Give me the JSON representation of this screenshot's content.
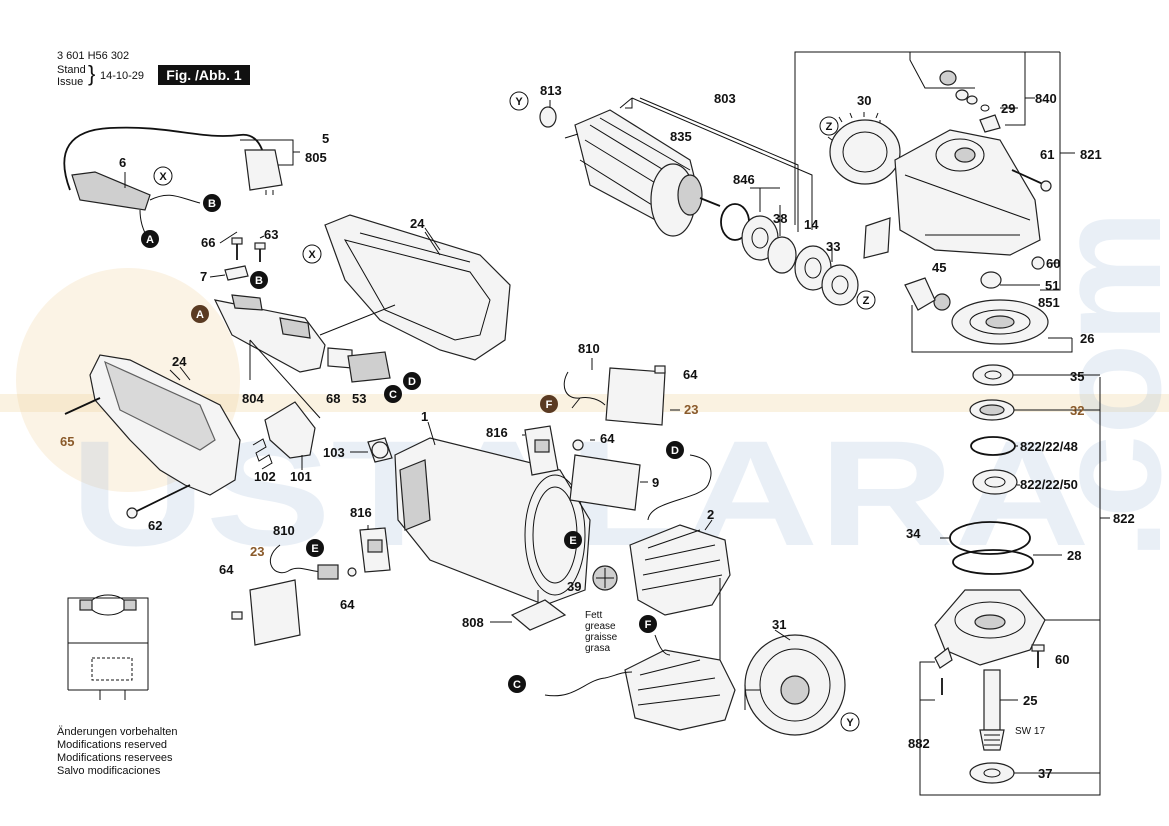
{
  "header": {
    "doc_number": "3 601 H56 302",
    "stand_label": "Stand",
    "issue_label": "Issue",
    "date": "14-10-29",
    "figure_label": "Fig. /Abb. 1"
  },
  "notes": [
    "Änderungen vorbehalten",
    "Modifications reserved",
    "Modifications reservees",
    "Salvo modificaciones"
  ],
  "grease_note": [
    "Fett",
    "grease",
    "graisse",
    "grasa"
  ],
  "wrench_note": "SW 17",
  "watermark": "USTALARA",
  "watermark_side": ".com",
  "colors": {
    "label": "#111111",
    "ref_fill": "#111111",
    "ref_brown": "#5a3a22",
    "watermark": "#9db8d8"
  },
  "labels": {
    "p5": "5",
    "p805": "805",
    "p6": "6",
    "p66": "66",
    "p63a": "63",
    "p7": "7",
    "p24a": "24",
    "p24b": "24",
    "p65": "65",
    "p804": "804",
    "p68": "68",
    "p53": "53",
    "p102": "102",
    "p101": "101",
    "p62": "62",
    "p810a": "810",
    "p23a": "23",
    "p64a": "64",
    "p64b": "64",
    "p816a": "816",
    "p103": "103",
    "p1": "1",
    "p808": "808",
    "p39": "39",
    "p810b": "810",
    "p64c": "64",
    "p23b": "23",
    "p816b": "816",
    "p64d": "64",
    "p9": "9",
    "p2": "2",
    "p31": "31",
    "p813": "813",
    "p803": "803",
    "p835": "835",
    "p846": "846",
    "p38": "38",
    "p14": "14",
    "p33": "33",
    "p30": "30",
    "p840": "840",
    "p29": "29",
    "p61": "61",
    "p821": "821",
    "p60a": "60",
    "p51": "51",
    "p851": "851",
    "p45": "45",
    "p26": "26",
    "p35": "35",
    "p32": "32",
    "p822_22_48": "822/22/48",
    "p822_22_50": "822/22/50",
    "p822": "822",
    "p34": "34",
    "p28": "28",
    "p60b": "60",
    "p25": "25",
    "p882": "882",
    "p37": "37"
  },
  "refs": {
    "A": "A",
    "B": "B",
    "C": "C",
    "D": "D",
    "E": "E",
    "F": "F",
    "X": "X",
    "Y": "Y",
    "Z": "Z"
  }
}
